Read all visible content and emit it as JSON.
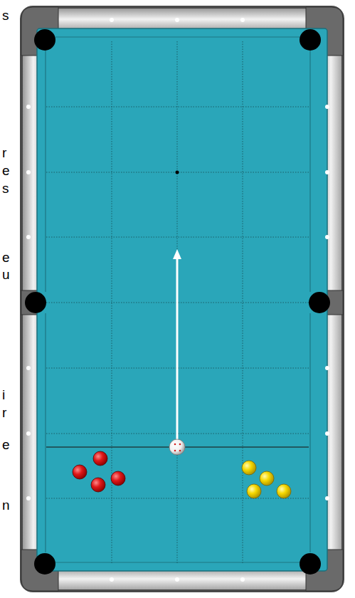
{
  "diagram": {
    "labels": [
      "s",
      "r",
      "e",
      "s",
      "e",
      "u",
      "i",
      "r",
      "e",
      "n"
    ]
  }
}
